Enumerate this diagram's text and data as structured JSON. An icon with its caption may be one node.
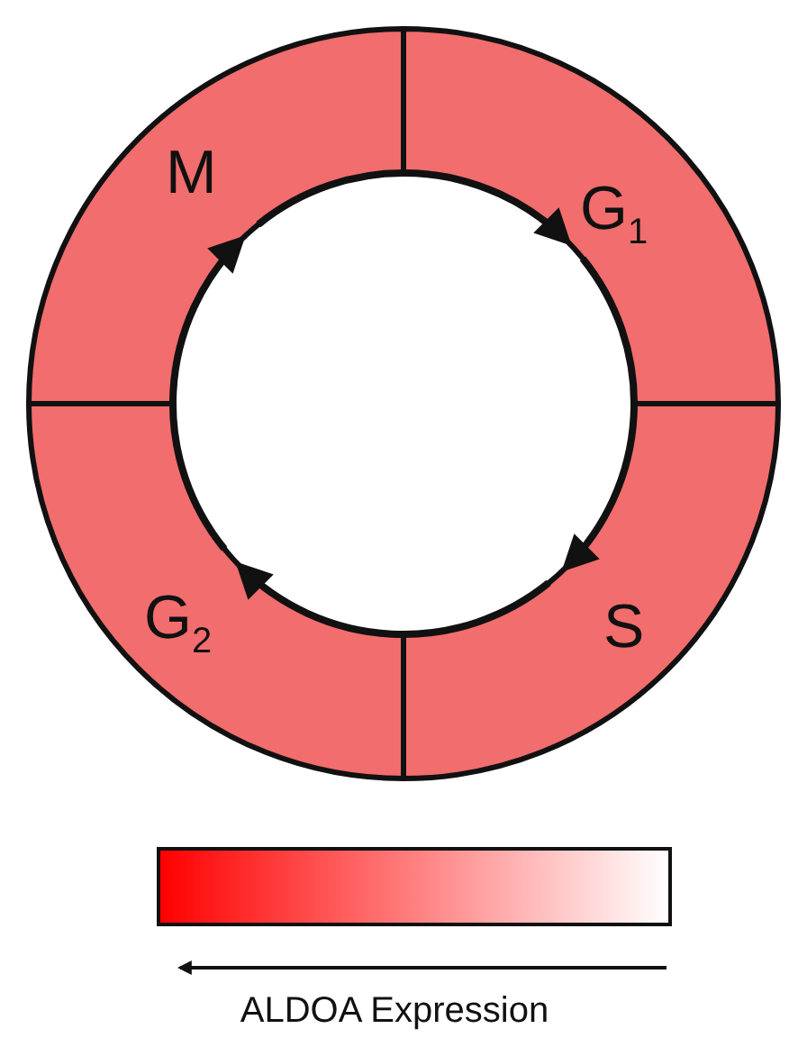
{
  "diagram": {
    "nodes": [
      {
        "text": [
          "M"
        ]
      },
      {
        "text": [
          "G$_{1}$"
        ]
      },
      {
        "text": [
          "G$_{2}$"
        ]
      },
      {
        "text": [
          "S"
        ]
      },
      {
        "text": [],
        "shape": "bar"
      }
    ],
    "edges": [
      {
        "from": 0,
        "to": 1,
        "arrow": "to"
      },
      {
        "from": 1,
        "to": 3,
        "arrow": "to"
      },
      {
        "from": 3,
        "to": 2,
        "arrow": "to"
      },
      {
        "from": 2,
        "to": 0,
        "arrow": "to"
      }
    ],
    "labels": [
      "ALDOA Expression"
    ]
  }
}
